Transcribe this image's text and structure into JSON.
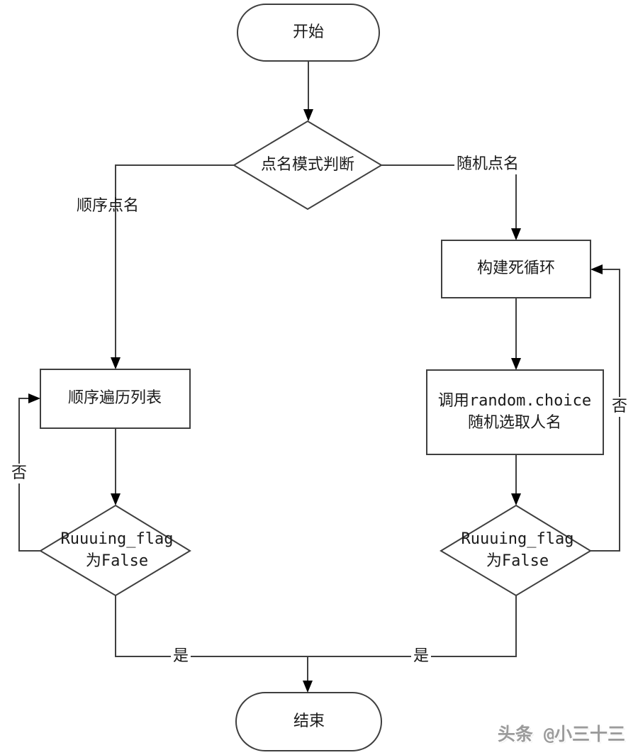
{
  "diagram": {
    "type": "flowchart",
    "colors": {
      "background": "#ffffff",
      "line": "#3f3f3f",
      "node_border": "#3f3f3f",
      "node_fill": "#ffffff",
      "arrowhead": "#000000",
      "text": "#1a1a1a",
      "watermark": "#9b9b9b"
    },
    "nodes": {
      "start": {
        "shape": "terminator",
        "label": "开始"
      },
      "mode_decision": {
        "shape": "decision",
        "label": "点名模式判断"
      },
      "seq_traverse": {
        "shape": "process",
        "label": "顺序遍历列表"
      },
      "build_loop": {
        "shape": "process",
        "label": "构建死循环"
      },
      "random_choice": {
        "shape": "process",
        "line1": "调用random.choice",
        "line2": "随机选取人名"
      },
      "flag_left": {
        "shape": "decision",
        "line1": "Ruuuing_flag",
        "line2": "为False"
      },
      "flag_right": {
        "shape": "decision",
        "line1": "Ruuuing_flag",
        "line2": "为False"
      },
      "end": {
        "shape": "terminator",
        "label": "结束"
      }
    },
    "edges": {
      "seq_branch_label": "顺序点名",
      "random_branch_label": "随机点名",
      "left_no_label": "否",
      "right_no_label": "否",
      "left_yes_label": "是",
      "right_yes_label": "是"
    }
  },
  "watermark": {
    "text": "头条 @小三十三"
  }
}
